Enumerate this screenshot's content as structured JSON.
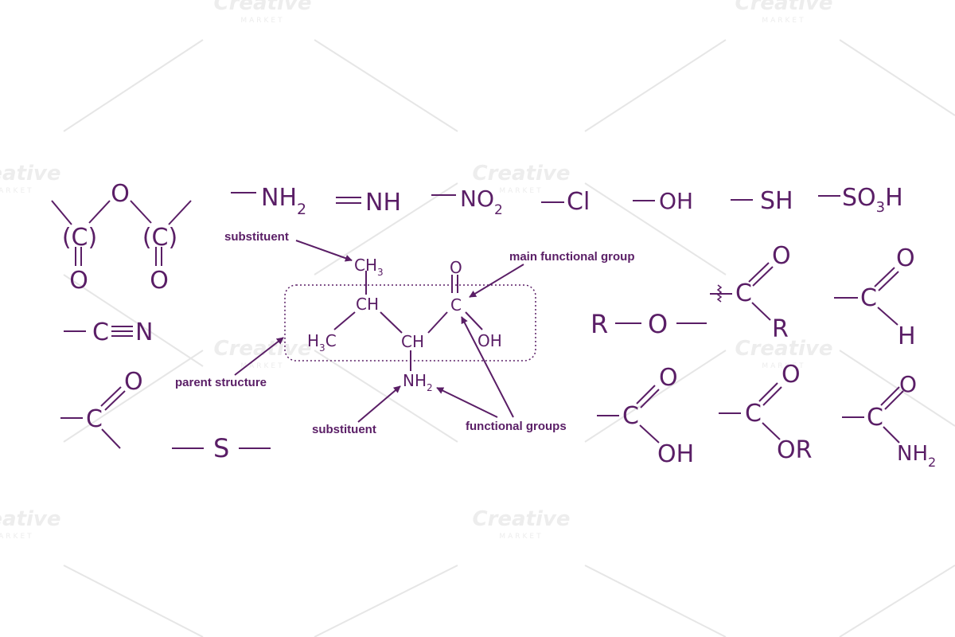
{
  "colors": {
    "ink": "#5a1e66",
    "watermark_line": "#e6e6e6",
    "watermark_text": "#ededed"
  },
  "watermark": {
    "brand": "Creative",
    "sub": "MARKET"
  },
  "anhydride": {
    "o_top": "O",
    "c_left": "(C)",
    "c_right": "(C)",
    "o_left": "O",
    "o_right": "O"
  },
  "groups": {
    "amine": {
      "main": "NH",
      "sub": "2"
    },
    "imine": "NH",
    "nitro": {
      "main": "NO",
      "sub": "2"
    },
    "chloro": "Cl",
    "hydroxyl": "OH",
    "thiol": "SH",
    "sulfonic": {
      "a": "SO",
      "sub": "3",
      "b": "H"
    },
    "nitrile": {
      "c": "C",
      "n": "N"
    },
    "ether": {
      "r": "R",
      "o": "O"
    },
    "ketone": {
      "c": "C",
      "o": "O",
      "r": "R"
    },
    "aldehyde": {
      "c": "C",
      "o": "O",
      "h": "H"
    },
    "carbonyl": {
      "c": "C",
      "o": "O"
    },
    "sulfide": "S",
    "carboxyl": {
      "c": "C",
      "o": "O",
      "oh": "OH"
    },
    "ester": {
      "c": "C",
      "o": "O",
      "or": "OR"
    },
    "amide": {
      "c": "C",
      "o": "O",
      "nh": "NH",
      "sub": "2"
    }
  },
  "molecule": {
    "ch3_top": {
      "main": "CH",
      "sub": "3"
    },
    "ch_left": "CH",
    "h3c": {
      "h": "H",
      "sub": "3",
      "c": "C"
    },
    "ch_mid": "CH",
    "c_acid": "C",
    "o_acid": "O",
    "oh_acid": "OH",
    "nh2": {
      "main": "NH",
      "sub": "2"
    }
  },
  "labels": {
    "substituent_top": "substituent",
    "main_functional_group": "main functional group",
    "parent_structure": "parent structure",
    "substituent_bottom": "substituent",
    "functional_groups": "functional groups"
  }
}
